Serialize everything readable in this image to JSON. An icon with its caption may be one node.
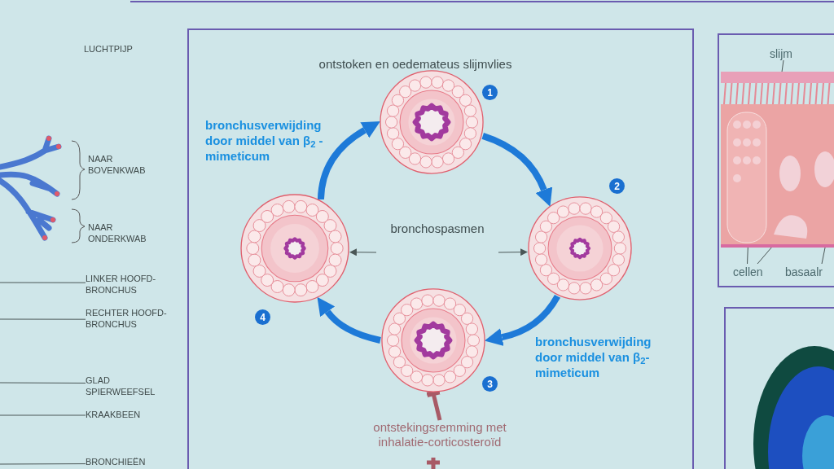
{
  "diagram": {
    "nodes": [
      {
        "text": [],
        "shape": "picture",
        "beside": [
          "1"
        ]
      },
      {
        "text": [],
        "shape": "picture",
        "beside": [
          "2"
        ]
      },
      {
        "text": [],
        "shape": "picture",
        "beside": [
          "3"
        ]
      },
      {
        "text": [],
        "shape": "picture",
        "beside": [
          "4"
        ]
      },
      {
        "text": [
          "bronchospasmen"
        ]
      },
      {
        "text": [
          "ontstekingsremming met inhalatie-corticosteroïd"
        ]
      },
      {
        "text": [
          "LINKER HOOFD-BRONCHUS"
        ]
      },
      {
        "text": [
          "RECHTER HOOFD-BRONCHUS"
        ]
      },
      {
        "text": [
          "GLAD SPIERWEEFSEL"
        ]
      },
      {
        "text": [
          "KRAAKBEEN"
        ]
      },
      {
        "text": [
          "BRONCHIEËN"
        ]
      },
      {
        "text": [],
        "shape": "picture"
      },
      {
        "text": [
          "slijm"
        ]
      },
      {
        "text": [
          "cellen"
        ]
      },
      {
        "text": [
          "basaalr"
        ]
      }
    ],
    "edges": [
      {
        "from": 0,
        "to": 1,
        "arrow": "to",
        "style": "thick",
        "color": "#1e7ad8"
      },
      {
        "from": 1,
        "to": 2,
        "arrow": "to",
        "style": "thick",
        "color": "#1e7ad8",
        "label": "bronchusverwijding door middel van β$_{2}$- mimeticum"
      },
      {
        "from": 2,
        "to": 3,
        "arrow": "to",
        "style": "thick",
        "color": "#1e7ad8"
      },
      {
        "from": 3,
        "to": 0,
        "arrow": "to",
        "style": "thick",
        "color": "#1e7ad8",
        "label": "bronchusverwijding door middel van β$_{2}$ - mimeticum"
      },
      {
        "from": 4,
        "to": 3,
        "arrow": "to"
      },
      {
        "from": 4,
        "to": 1,
        "arrow": "to"
      },
      {
        "from": 5,
        "to": 2,
        "arrow": "other",
        "style": "thick",
        "color": "#a85a66"
      },
      {
        "from": 6,
        "to": null,
        "arrow": "none"
      },
      {
        "from": 7,
        "to": null,
        "arrow": "none"
      },
      {
        "from": 8,
        "to": null,
        "arrow": "none"
      },
      {
        "from": 9,
        "to": null,
        "arrow": "none"
      },
      {
        "from": 10,
        "to": null,
        "arrow": "none"
      },
      {
        "from": 12,
        "to": 11,
        "arrow": "none"
      },
      {
        "from": 13,
        "to": 11,
        "arrow": "none"
      },
      {
        "from": 13,
        "to": 11,
        "arrow": "none"
      },
      {
        "from": 14,
        "to": 11,
        "arrow": "none"
      }
    ],
    "labels": [
      "ontstoken en oedemateus slijmvlies",
      "LUCHTPIJP",
      "NAAR BOVENKWAB",
      "NAAR ONDERKWAB"
    ]
  }
}
